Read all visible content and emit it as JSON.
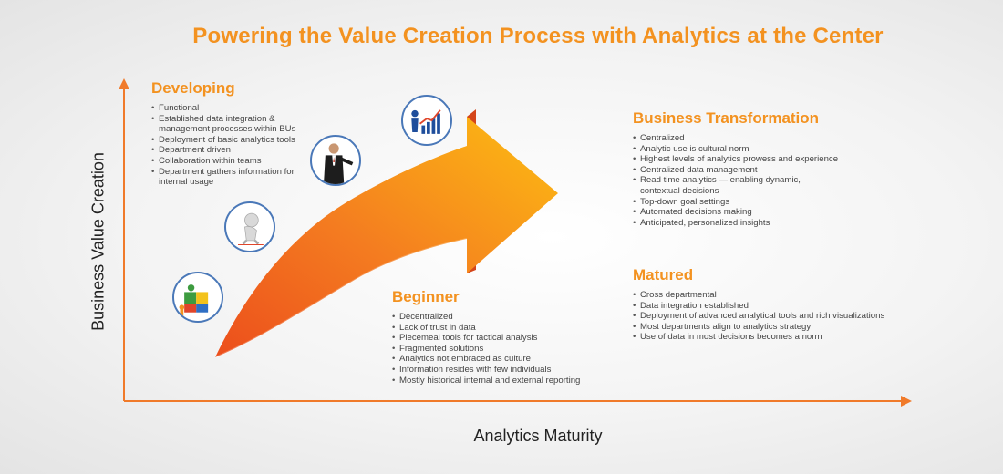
{
  "title": "Powering the Value Creation Process with Analytics at the Center",
  "axes": {
    "y_label": "Business Value Creation",
    "x_label": "Analytics Maturity"
  },
  "stages": {
    "developing": {
      "heading": "Developing",
      "items": [
        "Functional",
        "Established data integration & management processes within BUs",
        "Deployment of basic analytics tools",
        "Department driven",
        "Collaboration within teams",
        "Department gathers information for internal usage"
      ]
    },
    "business_transformation": {
      "heading": "Business Transformation",
      "items": [
        "Centralized",
        "Analytic use is cultural norm",
        "Highest levels of analytics prowess and experience",
        "Centralized data management",
        "Read time analytics — enabling dynamic, contextual decisions",
        "Top-down goal settings",
        "Automated decisions making",
        "Anticipated, personalized insights"
      ]
    },
    "matured": {
      "heading": "Matured",
      "items": [
        "Cross departmental",
        "Data integration established",
        "Deployment of advanced analytical tools and rich visualizations",
        "Most departments align to analytics strategy",
        "Use of data in most decisions becomes a norm"
      ]
    },
    "beginner": {
      "heading": "Beginner",
      "items": [
        "Decentralized",
        "Lack of trust in data",
        "Piecemeal tools for tactical analysis",
        "Fragmented solutions",
        "Analytics not embraced as culture",
        "Information resides with few individuals",
        "Mostly historical internal and external reporting"
      ]
    }
  },
  "icons": [
    "puzzle-icon",
    "thinking-figure-icon",
    "presenter-icon",
    "growth-chart-icon"
  ],
  "colors": {
    "accent": "#f39220",
    "arrow_start": "#ee5a1f",
    "arrow_end": "#fdb913",
    "axis": "#f07a2a",
    "badge_border": "#4a78b8"
  }
}
